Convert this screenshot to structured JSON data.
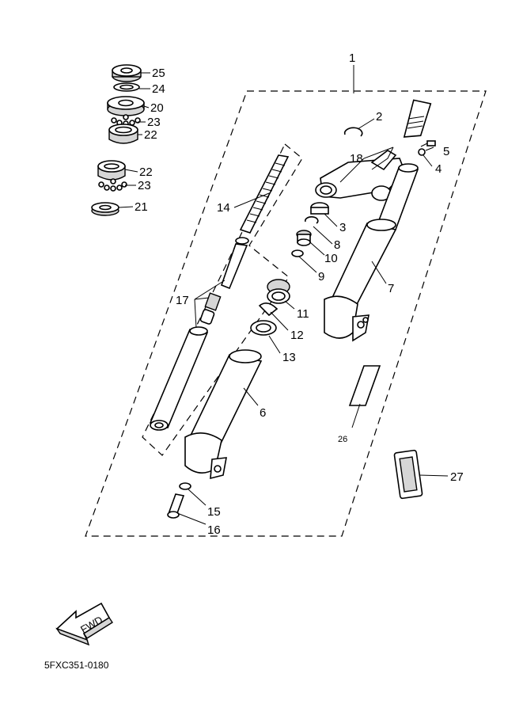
{
  "diagram": {
    "part_number_code": "5FXC351-0180",
    "fwd_arrow_text": "FWD",
    "callouts": {
      "c1": "1",
      "c2": "2",
      "c3": "3",
      "c4": "4",
      "c5": "5",
      "c6": "6",
      "c7": "7",
      "c8": "8",
      "c9": "9",
      "c10": "10",
      "c11": "11",
      "c12": "12",
      "c13": "13",
      "c14": "14",
      "c15": "15",
      "c16": "16",
      "c17": "17",
      "c18": "18",
      "c20": "20",
      "c21": "21",
      "c22a": "22",
      "c22b": "22",
      "c23a": "23",
      "c23b": "23",
      "c24": "24",
      "c25": "25",
      "c26": "26",
      "c27": "27"
    }
  }
}
